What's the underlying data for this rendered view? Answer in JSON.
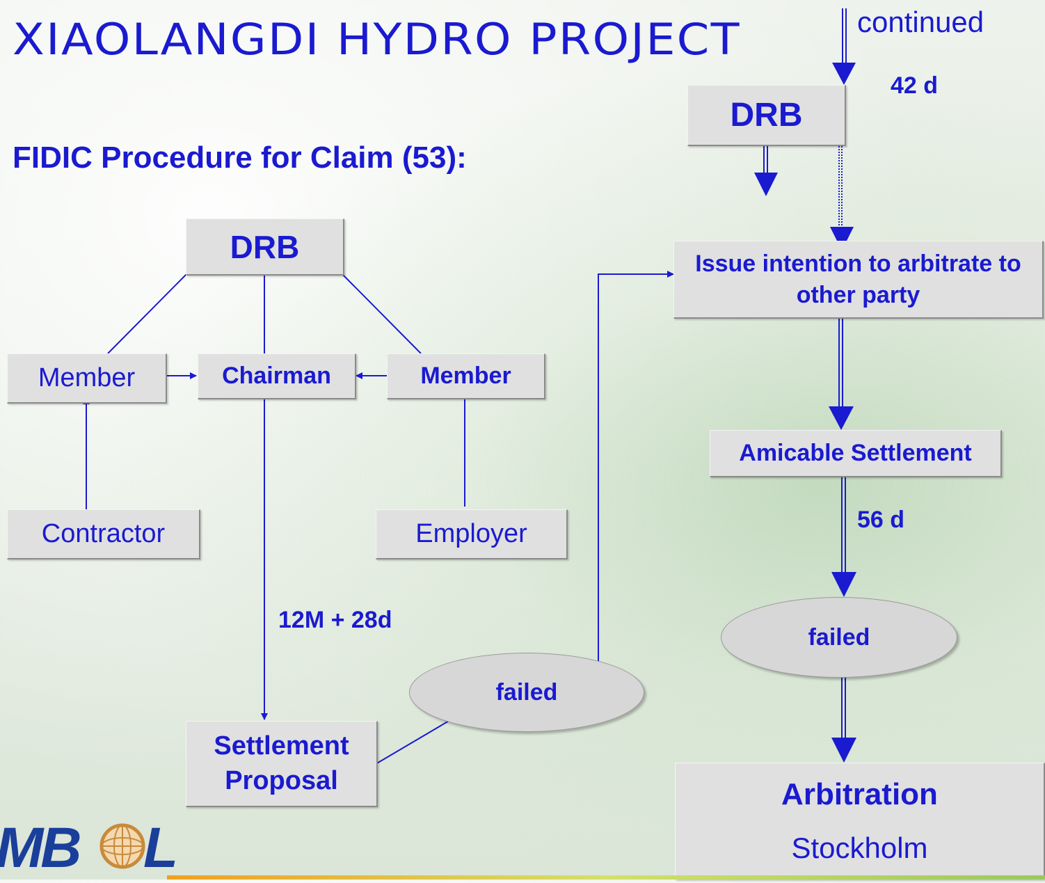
{
  "title": "XIAOLANGDI HYDRO PROJECT",
  "subtitle": "FIDIC Procedure for Claim (53):",
  "left_chart": {
    "drb": "DRB",
    "member_left": "Member",
    "chairman": "Chairman",
    "member_right": "Member",
    "contractor": "Contractor",
    "employer": "Employer",
    "duration": "12M + 28d",
    "settlement": "Settlement Proposal",
    "failed": "failed"
  },
  "right_chart": {
    "continued": "continued",
    "duration_top": "42 d",
    "drb": "DRB",
    "issue": "Issue intention to arbitrate to other party",
    "amicable": "Amicable Settlement",
    "duration_mid": "56 d",
    "failed": "failed",
    "arbitration": "Arbitration",
    "location": "Stockholm"
  },
  "logo": {
    "text": "MB L"
  },
  "colors": {
    "text": "#1a1ad0",
    "line": "#1a1ad0",
    "box": "#e0e0e0"
  }
}
